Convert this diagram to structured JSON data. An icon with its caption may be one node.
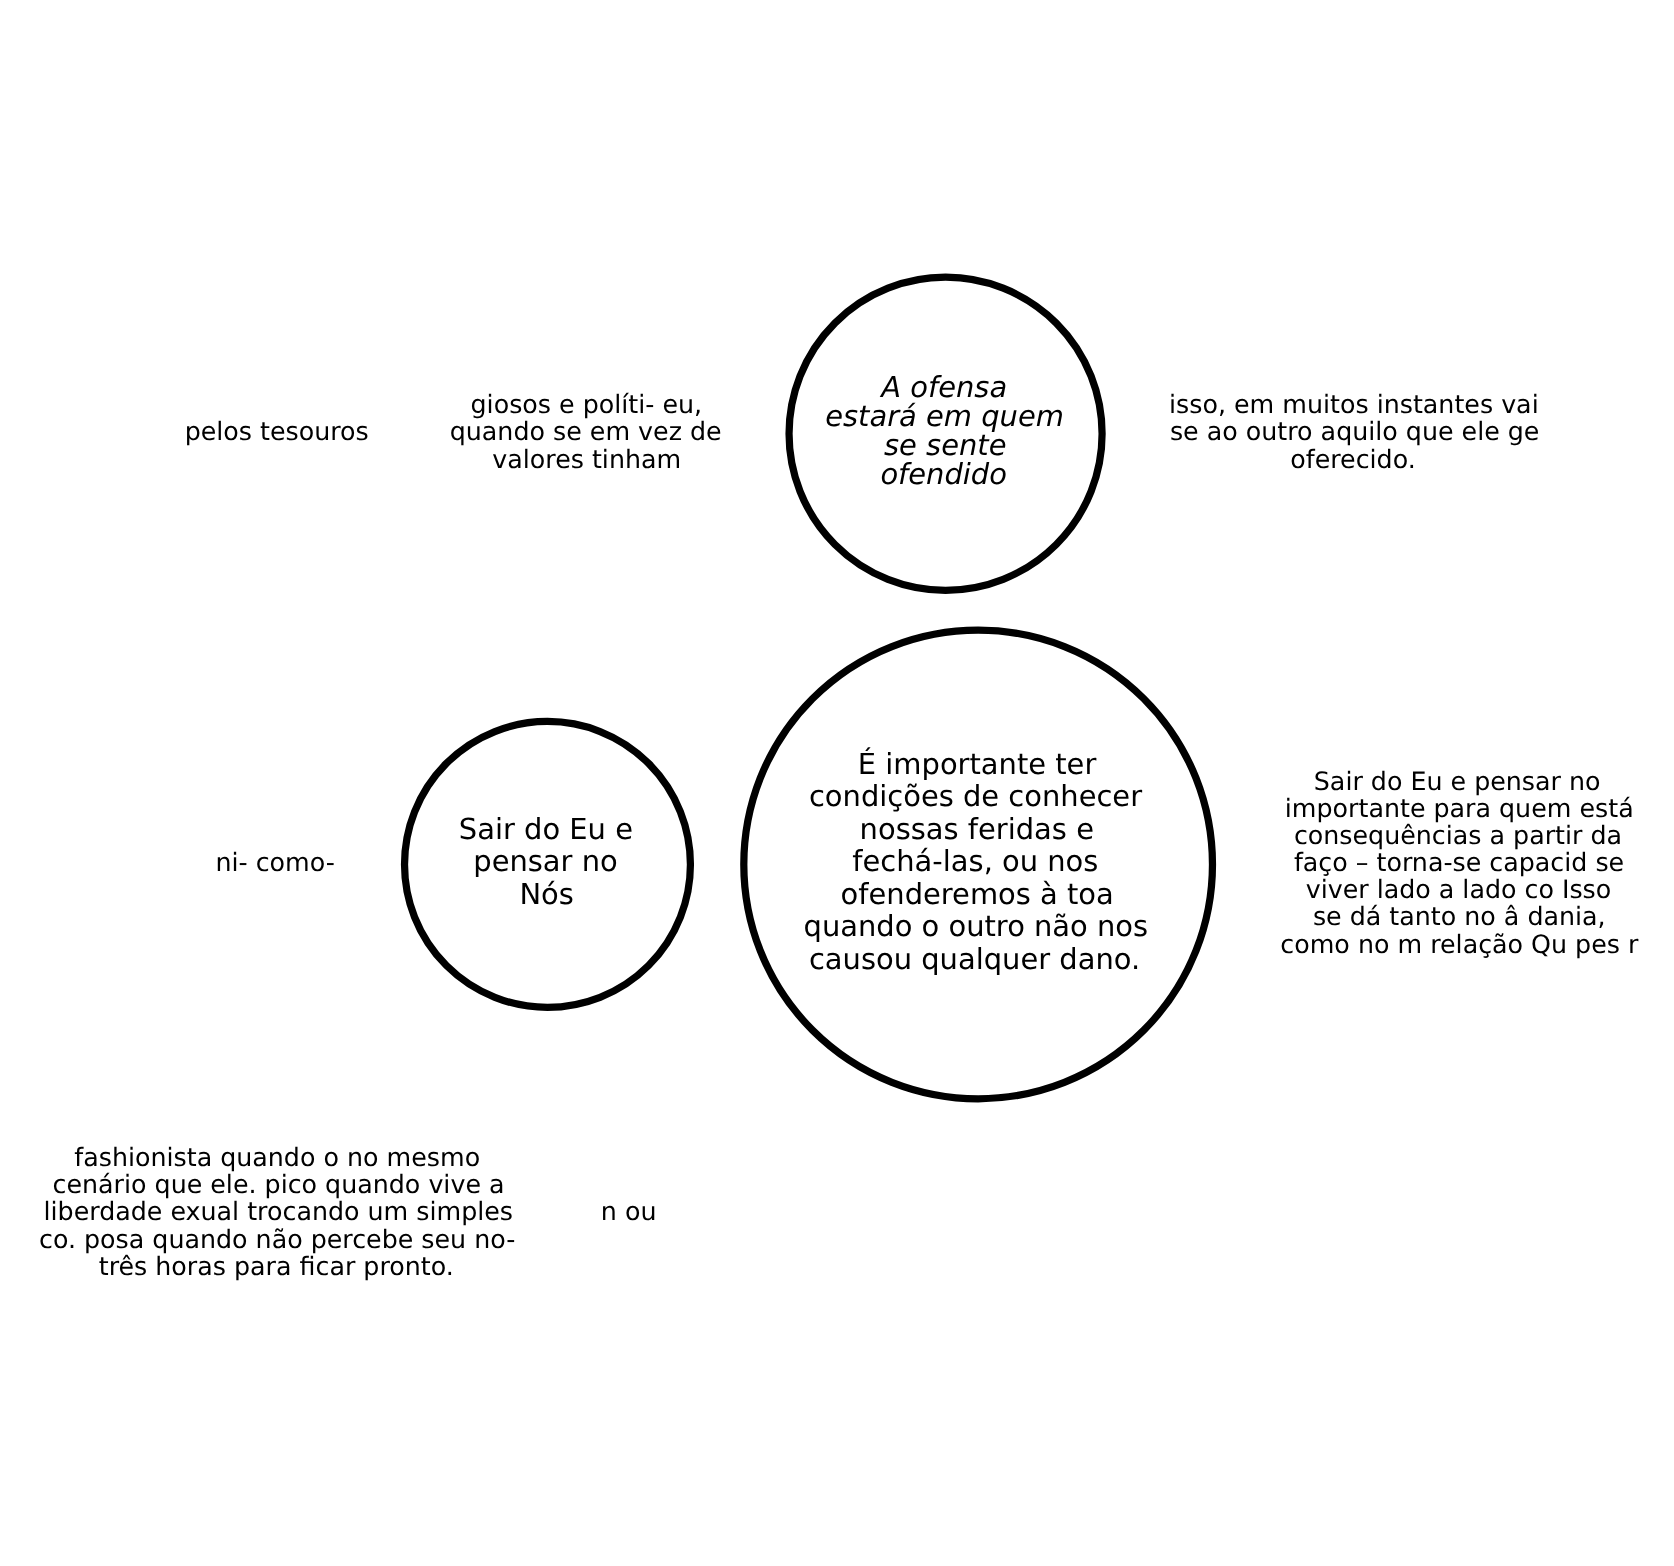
{
  "diagram": {
    "nodes": [
      {
        "text": [
          "A ofensa estará em quem se sente ofendido"
        ]
      },
      {
        "text": [
          "Sair do Eu e pensar no Nós"
        ]
      },
      {
        "text": [
          "É importante ter condições de conhecer nossas feridas e fechá-las, ou nos ofenderemos à toa quando o outro não nos causou qualquer dano."
        ]
      }
    ],
    "labels": [
      "pelos tesouros",
      "giosos e políti- eu, quando se em vez de valores tinham",
      "isso, em muitos instantes vai se ao outro aquilo que ele ge oferecido.",
      "Sair do Eu e pensar no importante para quem está consequências a partir da faço – torna-se capacid se viver lado a lado co Isso se dá tanto no â dania, como no m relação Qu pes r",
      "ni- como-",
      "fashionista quando o no mesmo cenário que ele. pico quando vive a liberdade exual trocando um simples co. posa quando não percebe seu no- três horas para ficar pronto.",
      "n ou"
    ]
  }
}
